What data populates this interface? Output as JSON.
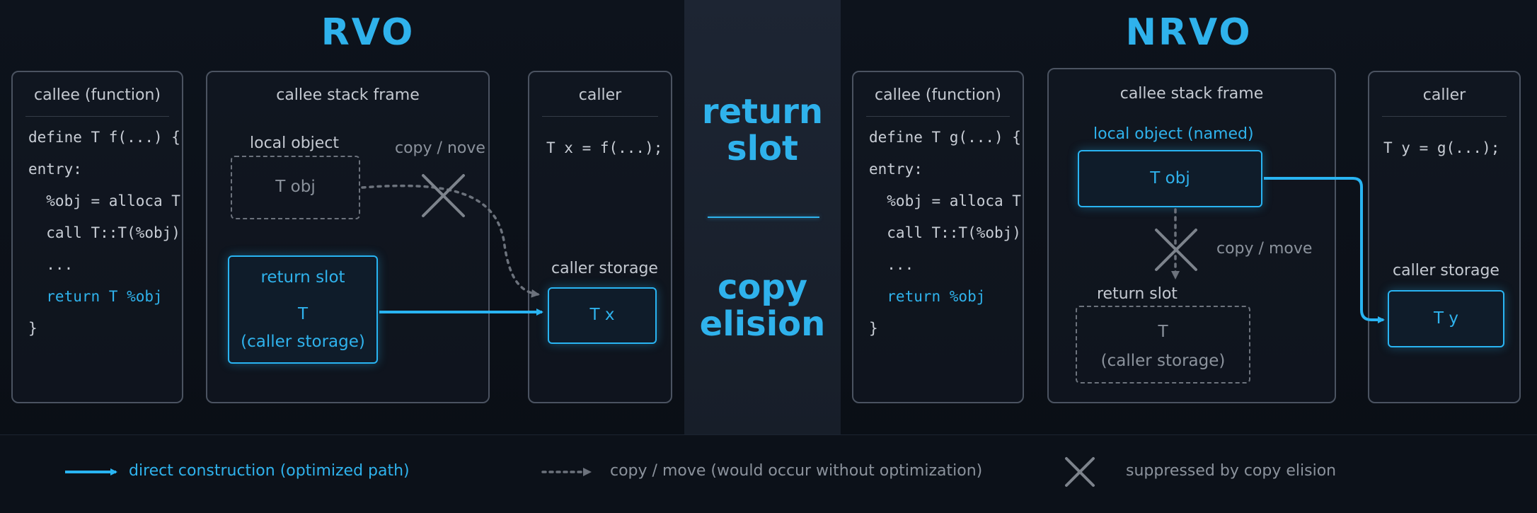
{
  "rvo": {
    "heading": "RVO",
    "callee": {
      "title": "callee (function)",
      "code": [
        "define T f(...) {",
        "entry:",
        "  %obj = alloca T",
        "  call T::T(%obj)",
        "  ...",
        "  return T %obj",
        "}"
      ]
    },
    "frame": {
      "title": "callee stack frame",
      "local_label": "local object",
      "local_box": "T obj",
      "copy_label": "copy / nove",
      "slot_title": "return slot",
      "slot_type": "T",
      "slot_sub": "(caller storage)"
    },
    "caller": {
      "title": "caller",
      "code": "T x = f(...);",
      "storage_label": "caller storage",
      "storage_box": "T x"
    }
  },
  "center": {
    "top": [
      "return",
      "slot"
    ],
    "bottom": [
      "copy",
      "elision"
    ]
  },
  "nrvo": {
    "heading": "NRVO",
    "callee": {
      "title": "callee (function)",
      "code": [
        "define T g(...) {",
        "entry:",
        "  %obj = alloca T",
        "  call T::T(%obj)",
        "  ...",
        "  return %obj",
        "}"
      ]
    },
    "frame": {
      "title": "callee stack frame",
      "local_label": "local object (named)",
      "local_box": "T obj",
      "copy_label": "copy / move",
      "slot_title": "return slot",
      "slot_type": "T",
      "slot_sub": "(caller storage)"
    },
    "caller": {
      "title": "caller",
      "code": "T y = g(...);",
      "storage_label": "caller storage",
      "storage_box": "T y"
    }
  },
  "legend": {
    "direct": "direct construction (optimized path)",
    "copy": "copy / move (would occur without optimization)",
    "suppressed": "suppressed by copy elision"
  },
  "colors": {
    "accent": "#29b4f2",
    "muted": "#6c727c",
    "background": "#0b1018"
  }
}
